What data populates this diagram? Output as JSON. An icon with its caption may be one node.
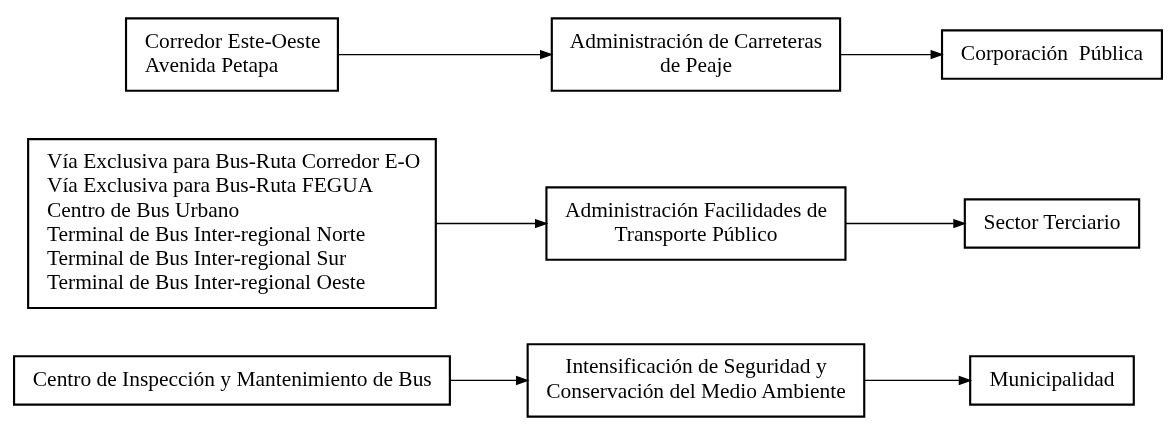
{
  "diagram": {
    "nodes": [
      {
        "text": [
          "Corredor Este-Oeste",
          "Avenida Petapa"
        ]
      },
      {
        "text": [
          "Administración de Carreteras de Peaje"
        ]
      },
      {
        "text": [
          "Corporación  Pública"
        ]
      },
      {
        "text": [
          "Vía Exclusiva para Bus-Ruta Corredor E-O",
          "Vía Exclusiva para Bus-Ruta FEGUA",
          "Centro de Bus Urbano",
          "Terminal de Bus Inter-regional Norte",
          "Terminal de Bus Inter-regional Sur",
          "Terminal de Bus Inter-regional Oeste"
        ]
      },
      {
        "text": [
          "Administración Facilidades de Transporte Público"
        ]
      },
      {
        "text": [
          "Sector Terciario"
        ]
      },
      {
        "text": [
          "Centro de Inspección y Mantenimiento de Bus"
        ]
      },
      {
        "text": [
          "Intensificación de Seguridad y Conservación del Medio Ambiente"
        ]
      },
      {
        "text": [
          "Municipalidad"
        ]
      }
    ],
    "edges": [
      {
        "from": 0,
        "to": 1,
        "arrow": "to"
      },
      {
        "from": 1,
        "to": 2,
        "arrow": "to"
      },
      {
        "from": 3,
        "to": 4,
        "arrow": "to"
      },
      {
        "from": 4,
        "to": 5,
        "arrow": "to"
      },
      {
        "from": 6,
        "to": 7,
        "arrow": "to"
      },
      {
        "from": 7,
        "to": 8,
        "arrow": "to"
      }
    ]
  }
}
